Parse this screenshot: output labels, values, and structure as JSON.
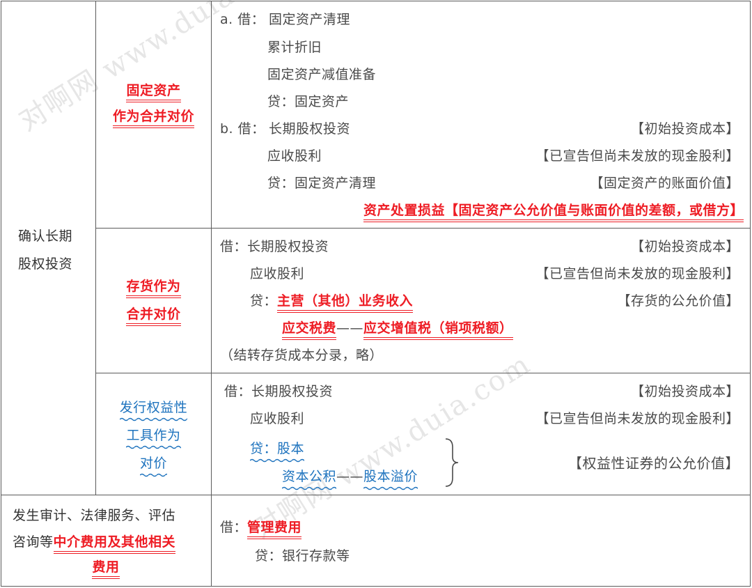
{
  "watermarks": [
    "对啊网 www.duia.com",
    "对啊网 www.duia.com"
  ],
  "section1": {
    "label_line1": "确认长期",
    "label_line2": "股权投资"
  },
  "fixed_assets": {
    "title_line1": "固定资产",
    "title_line2": "作为合并对价",
    "a_prefix": "a. 借：",
    "a_lines": [
      "固定资产清理",
      "累计折旧",
      "固定资产减值准备",
      "贷：固定资产"
    ],
    "b_prefix": "b. 借：",
    "b_rows": [
      {
        "left": "长期股权投资",
        "note": "【初始投资成本】"
      },
      {
        "left": "应收股利",
        "note": "【已宣告但尚未发放的现金股利】"
      },
      {
        "left": "贷：固定资产清理",
        "note": "【固定资产的账面价值】"
      }
    ],
    "gain_line": "资产处置损益【固定资产公允价值与账面价值的差额，或借方】"
  },
  "inventory": {
    "title_line1": "存货作为",
    "title_line2": "合并对价",
    "debit": "借：长期股权投资",
    "debit_note": "【初始投资成本】",
    "receivable": "应收股利",
    "receivable_note": "【已宣告但尚未发放的现金股利】",
    "credit_prefix": "贷：",
    "credit_revenue": "主营（其他）业务收入",
    "credit_note": "【存货的公允价值】",
    "tax_part1": "应交税费",
    "tax_dash": "——",
    "tax_part2": "应交增值税（销项税额）",
    "remark": "（结转存货成本分录，略）"
  },
  "equity": {
    "title_line1": "发行权益性",
    "title_line2": "工具作为",
    "title_line3": "对价",
    "debit": "借：长期股权投资",
    "debit_note": "【初始投资成本】",
    "receivable": "应收股利",
    "receivable_note": "【已宣告但尚未发放的现金股利】",
    "credit": "贷：股本",
    "capital_reserve": "资本公积",
    "dash": "——",
    "premium": "股本溢价",
    "brace_note": "【权益性证券的公允价值】"
  },
  "fees": {
    "label_line1": "发生审计、法律服务、评估",
    "label_line2_prefix": "咨询等",
    "label_line2_red": "中介费用及其他相关",
    "label_line3_red": "费用",
    "debit_prefix": "借：",
    "debit_account": "管理费用",
    "credit": "贷：银行存款等"
  },
  "colors": {
    "red": "#ee1c24",
    "blue": "#1e73be",
    "border": "#5a5a5a"
  }
}
